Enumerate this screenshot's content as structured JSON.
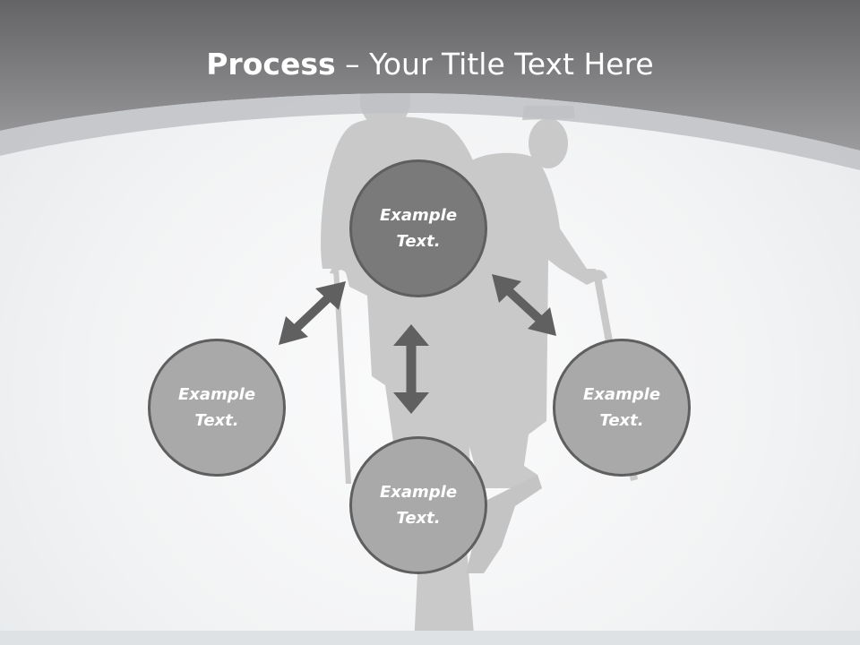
{
  "slide": {
    "title_bold": "Process",
    "title_rest": " – Your Title Text Here"
  },
  "nodes": [
    {
      "id": "top",
      "text_line1": "Example",
      "text_line2": "Text."
    },
    {
      "id": "left",
      "text_line1": "Example",
      "text_line2": "Text."
    },
    {
      "id": "right",
      "text_line1": "Example",
      "text_line2": "Text."
    },
    {
      "id": "bottom",
      "text_line1": "Example",
      "text_line2": "Text."
    }
  ],
  "colors": {
    "header_top": "#646466",
    "header_bottom": "#9b9b9d",
    "silhouette": "#c8c8c8",
    "arrow": "#606060",
    "circle_dark": "#7a7a7a",
    "circle_light": "#a9a9a9",
    "circle_border": "#5f5f5f"
  }
}
